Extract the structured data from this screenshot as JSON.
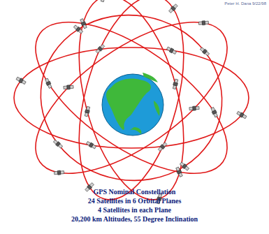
{
  "diagram": {
    "labels": [
      "Peter H. Dana 9/22/98",
      "GPS Nominal Constellation",
      "24 Satellites in 6 Orbital Planes",
      "4 Satellites in each Plane",
      "20,200 km Altitudes, 55 Degree Inclination"
    ]
  }
}
